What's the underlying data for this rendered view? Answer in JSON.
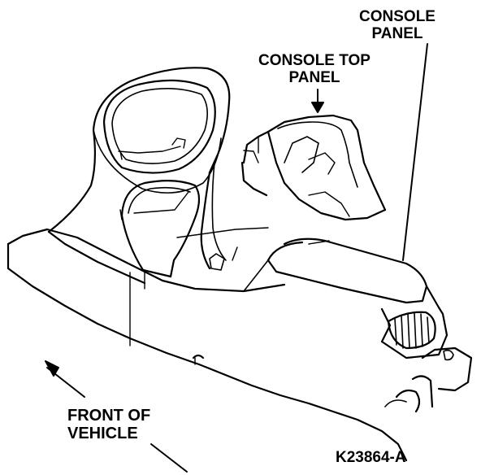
{
  "labels": {
    "console_panel": [
      "CONSOLE",
      "PANEL"
    ],
    "console_top_panel": [
      "CONSOLE TOP",
      "PANEL"
    ],
    "front_of_vehicle": [
      "FRONT OF",
      "VEHICLE"
    ],
    "figure_code": "K23864-A"
  },
  "colors": {
    "ink": "#000000",
    "paper": "#ffffff"
  }
}
